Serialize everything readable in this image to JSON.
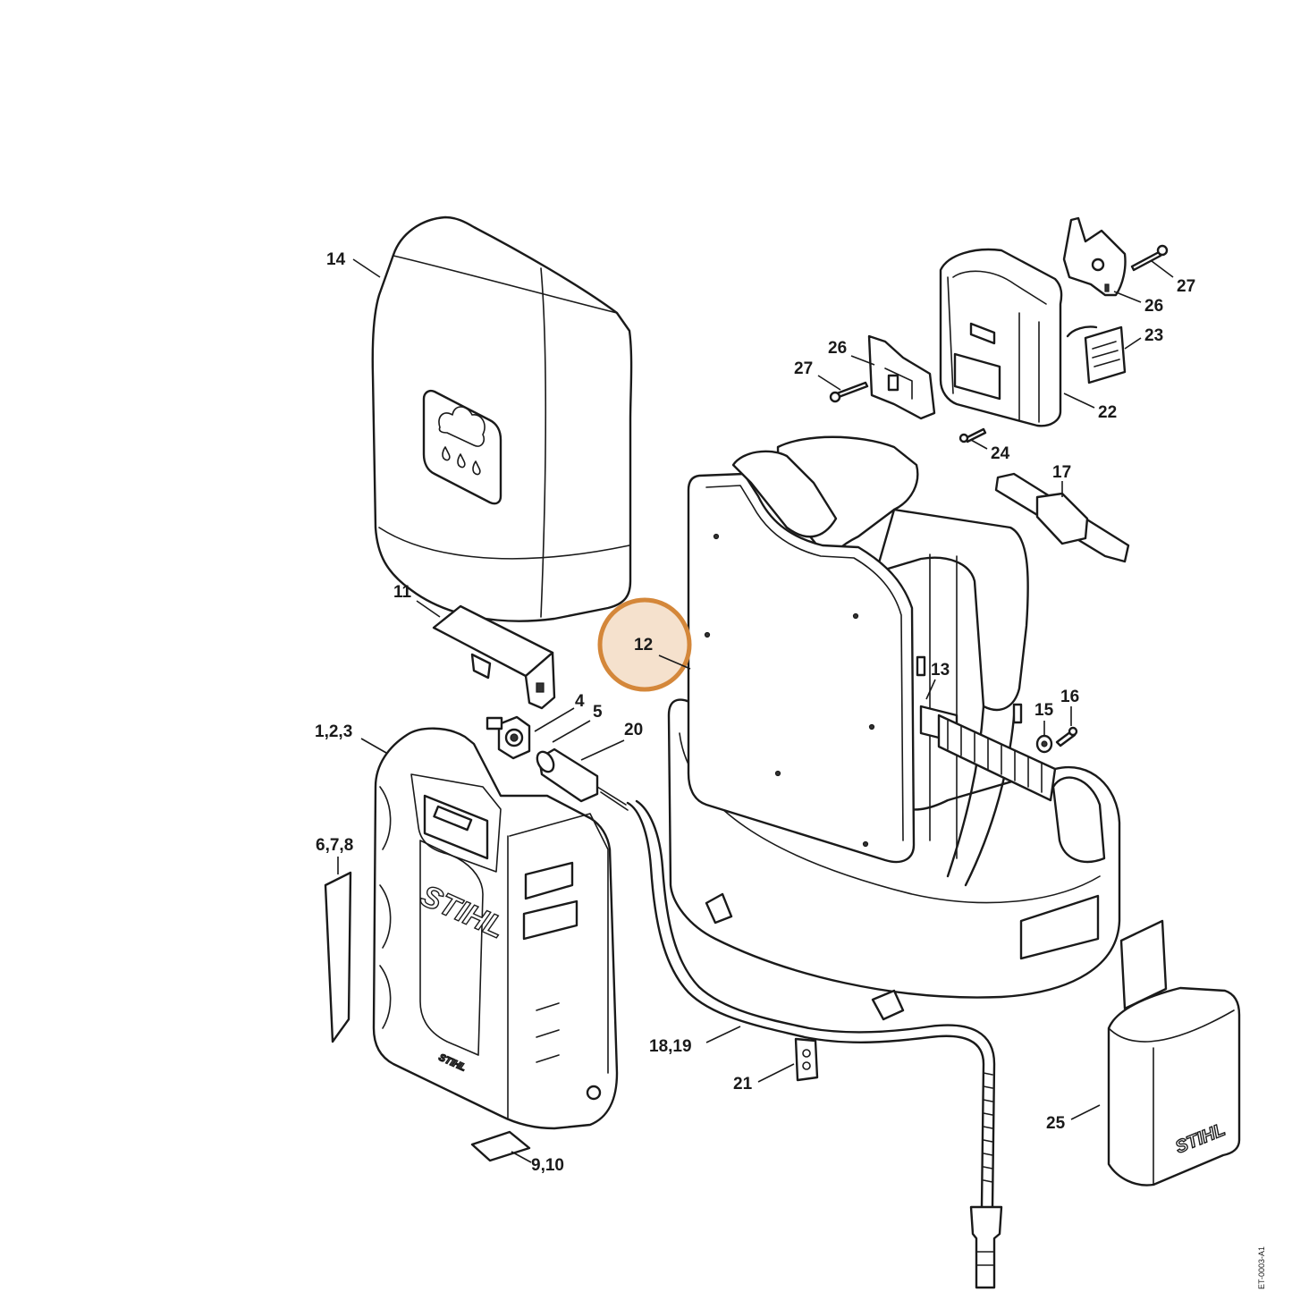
{
  "diagram": {
    "highlight": {
      "label": "12",
      "ring_color": "#d4873a",
      "fill_color": "#f3dcc4"
    },
    "callouts": [
      {
        "id": "14",
        "text": "14"
      },
      {
        "id": "27a",
        "text": "27"
      },
      {
        "id": "26a",
        "text": "26"
      },
      {
        "id": "23",
        "text": "23"
      },
      {
        "id": "22",
        "text": "22"
      },
      {
        "id": "27b",
        "text": "27"
      },
      {
        "id": "26b",
        "text": "26"
      },
      {
        "id": "24",
        "text": "24"
      },
      {
        "id": "17",
        "text": "17"
      },
      {
        "id": "11",
        "text": "11"
      },
      {
        "id": "13",
        "text": "13"
      },
      {
        "id": "16",
        "text": "16"
      },
      {
        "id": "15",
        "text": "15"
      },
      {
        "id": "4",
        "text": "4"
      },
      {
        "id": "5",
        "text": "5"
      },
      {
        "id": "20",
        "text": "20"
      },
      {
        "id": "123",
        "text": "1,2,3"
      },
      {
        "id": "678",
        "text": "6,7,8"
      },
      {
        "id": "1819",
        "text": "18,19"
      },
      {
        "id": "21",
        "text": "21"
      },
      {
        "id": "25",
        "text": "25"
      },
      {
        "id": "910",
        "text": "9,10"
      }
    ],
    "brand_logo": "STIHL",
    "drawing_code": "ET-0003-A1"
  }
}
